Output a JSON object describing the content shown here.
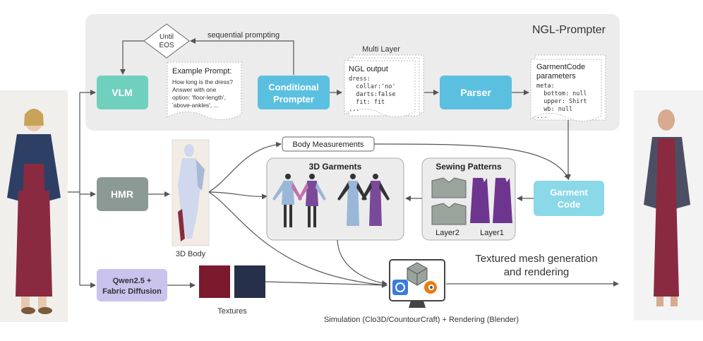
{
  "ngl_prompter_title": "NGL-Prompter",
  "until_eos": [
    "Until",
    "EOS"
  ],
  "sequential_prompting": "sequential prompting",
  "vlm": "VLM",
  "example_prompt": {
    "title": "Example Prompt:",
    "lines": [
      "How long is the dress?",
      "Answer with one",
      "option: 'floor-length',",
      "'above-ankles', ..."
    ]
  },
  "conditional_prompter": [
    "Conditional",
    "Prompter"
  ],
  "multi_layer": "Multi Layer",
  "ngl_output": {
    "title": "NGL output",
    "lines": [
      "dress:",
      "  collar:'no'",
      "  darts:false",
      "  fit: fit",
      "..."
    ]
  },
  "parser": "Parser",
  "garmentcode_parameters": {
    "title_lines": [
      "GarmentCode",
      "parameters"
    ],
    "lines": [
      "meta:",
      "  bottom: null",
      "  upper: Shirt",
      "  wb: null",
      "..."
    ]
  },
  "hmr": "HMR",
  "body_label": "3D Body",
  "body_measurements": "Body Measurements",
  "garments_3d": "3D Garments",
  "sewing_patterns": "Sewing Patterns",
  "layer2": "Layer2",
  "layer1": "Layer1",
  "garment_code": [
    "Garment",
    "Code"
  ],
  "qwen": [
    "Qwen2.5 +",
    "Fabric Diffusion"
  ],
  "textures": "Textures",
  "textured_mesh": [
    "Textured mesh generation",
    "and rendering"
  ],
  "simulation_caption": "Simulation (Clo3D/CountourCraft) + Rendering (Blender)",
  "colors": {
    "vlm": "#6fd0bd",
    "prompter": "#5bc0e0",
    "parser": "#5bc0e0",
    "garment_code": "#8ad8e8",
    "hmr": "#8c9a96",
    "qwen": "#c9c3ee",
    "panel": "#ececec",
    "dress": "#8a2a40",
    "denim": "#2e3f66",
    "texture_red": "#7a1a2c",
    "texture_navy": "#27304a",
    "pattern_purple": "#6e3590"
  }
}
